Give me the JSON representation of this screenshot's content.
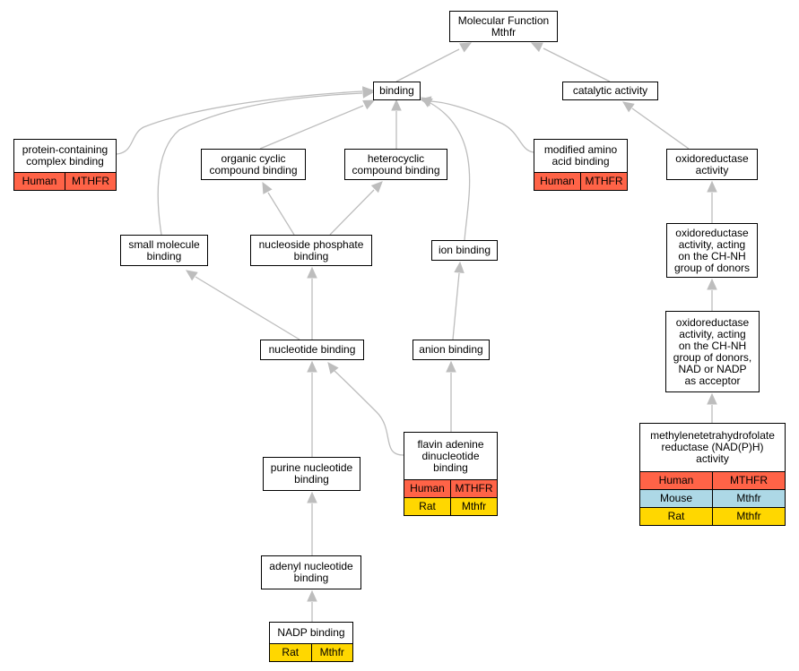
{
  "colors": {
    "human": "#ff6347",
    "mouse": "#add8e6",
    "rat": "#ffd700",
    "edge": "#bdbdbd"
  },
  "nodes": {
    "mf": {
      "label": "Molecular Function\nMthfr",
      "ann": []
    },
    "binding": {
      "label": "binding",
      "ann": []
    },
    "catalytic": {
      "label": "catalytic activity",
      "ann": []
    },
    "protcomplex": {
      "label": "protein-containing\ncomplex binding",
      "ann": [
        {
          "org": "Human",
          "gene": "MTHFR",
          "color": "#ff6347"
        }
      ]
    },
    "orgcyclic": {
      "label": "organic cyclic\ncompound binding",
      "ann": []
    },
    "hetcyclic": {
      "label": "heterocyclic\ncompound binding",
      "ann": []
    },
    "modamino": {
      "label": "modified amino\nacid binding",
      "ann": [
        {
          "org": "Human",
          "gene": "MTHFR",
          "color": "#ff6347"
        }
      ]
    },
    "oxred": {
      "label": "oxidoreductase\nactivity",
      "ann": []
    },
    "smallmol": {
      "label": "small molecule\nbinding",
      "ann": []
    },
    "nucphos": {
      "label": "nucleoside phosphate\nbinding",
      "ann": []
    },
    "ion": {
      "label": "ion binding",
      "ann": []
    },
    "oxchnh": {
      "label": "oxidoreductase\nactivity, acting\non the CH-NH\ngroup of donors",
      "ann": []
    },
    "nucleotide": {
      "label": "nucleotide binding",
      "ann": []
    },
    "anion": {
      "label": "anion binding",
      "ann": []
    },
    "oxnadp": {
      "label": "oxidoreductase\nactivity, acting\non the CH-NH\ngroup of donors,\nNAD or NADP\nas acceptor",
      "ann": []
    },
    "fad": {
      "label": "flavin adenine\ndinucleotide\nbinding",
      "ann": [
        {
          "org": "Human",
          "gene": "MTHFR",
          "color": "#ff6347"
        },
        {
          "org": "Rat",
          "gene": "Mthfr",
          "color": "#ffd700"
        }
      ]
    },
    "mthfr": {
      "label": "methylenetetrahydrofolate\nreductase (NAD(P)H)\nactivity",
      "ann": [
        {
          "org": "Human",
          "gene": "MTHFR",
          "color": "#ff6347"
        },
        {
          "org": "Mouse",
          "gene": "Mthfr",
          "color": "#add8e6"
        },
        {
          "org": "Rat",
          "gene": "Mthfr",
          "color": "#ffd700"
        }
      ]
    },
    "purine": {
      "label": "purine nucleotide\nbinding",
      "ann": []
    },
    "adenyl": {
      "label": "adenyl nucleotide\nbinding",
      "ann": []
    },
    "nadp": {
      "label": "NADP binding",
      "ann": [
        {
          "org": "Rat",
          "gene": "Mthfr",
          "color": "#ffd700"
        }
      ]
    }
  }
}
